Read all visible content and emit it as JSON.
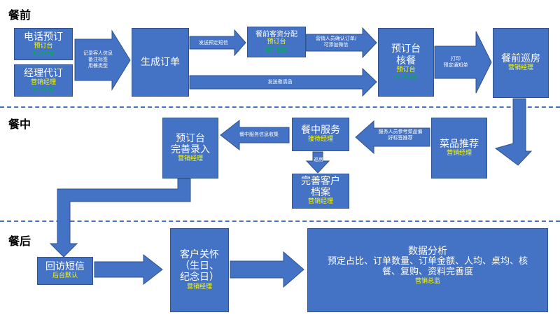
{
  "sections": {
    "before": "餐前",
    "during": "餐中",
    "after": "餐后"
  },
  "boxes": {
    "phone": {
      "title": "电话预订",
      "role": "预订台",
      "sub": "客户档案"
    },
    "manager": {
      "title": "经理代订",
      "role": "营销经理",
      "sub": "客户档案"
    },
    "order": {
      "title": "生成订单"
    },
    "assign": {
      "title": "餐前客资分配",
      "role": "预订台",
      "sub": "客户档案"
    },
    "check": {
      "title": "预订台",
      "title2": "核餐",
      "role": "预订台",
      "sub": "客户档案"
    },
    "tour": {
      "title": "餐前巡房",
      "role": "营销经理"
    },
    "recommend": {
      "title": "菜品推荐",
      "role": "营销经理"
    },
    "service": {
      "title": "餐中服务",
      "role": "接待经理"
    },
    "record": {
      "title": "预订台",
      "title2": "完善录入",
      "role": "营销经理"
    },
    "profile": {
      "title": "完善客户",
      "title2": "档案",
      "role": "营销经理"
    },
    "sms": {
      "title": "回访短信",
      "role": "后台默认"
    },
    "care": {
      "title": "客户关怀",
      "title2": "（生日、",
      "title3": "纪念日）",
      "role": "营销经理"
    },
    "analysis": {
      "title": "数据分析",
      "line1": "预定占比、订单数量、订单金额、人均、桌均、核",
      "line2": "餐、复购、资料完善度",
      "role": "营销总监"
    }
  },
  "arrows": {
    "record_info": {
      "l1": "记录客人信息",
      "l2": "备注标签",
      "l3": "用餐类型"
    },
    "send_sms": "发送预定短信",
    "confirm": {
      "l1": "营销人员确认订单/",
      "l2": "可添加微信"
    },
    "invite": "发送邀请函",
    "print": {
      "l1": "打印",
      "l2": "预定通知单"
    },
    "ref": {
      "l1": "服务人员参考菜品偏",
      "l2": "好标签推荐"
    },
    "collect": "餐中服务信息收集",
    "tour2": "巡房"
  },
  "colors": {
    "box": "#4472C4",
    "border": "#2F528F",
    "role": "#FFFF00",
    "sub": "#00B050",
    "divider": "#4472C4"
  }
}
